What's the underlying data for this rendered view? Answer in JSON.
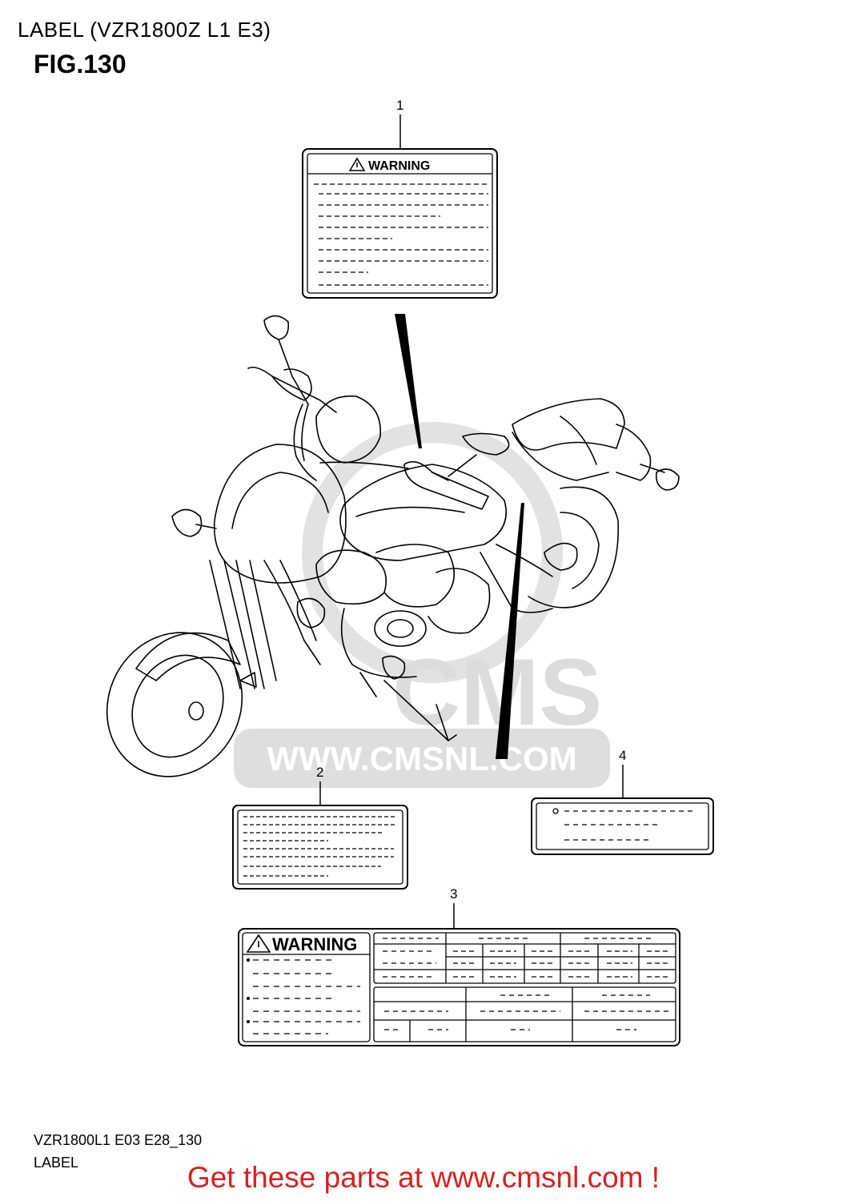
{
  "header": {
    "title": "LABEL (VZR1800Z L1 E3)",
    "figure": "FIG.130"
  },
  "callouts": [
    "1",
    "2",
    "3",
    "4"
  ],
  "labels": {
    "label1_heading": "WARNING",
    "label3_heading": "WARNING"
  },
  "watermark": {
    "brand": "CMS",
    "url": "WWW.CMSNL.COM"
  },
  "footer": {
    "code": "VZR1800L1  E03 E28_130",
    "name": "LABEL",
    "promo": "Get these parts at www.cmsnl.com !"
  },
  "colors": {
    "ink": "#000000",
    "watermark": "#d9d9d9",
    "promo": "#d91f1f"
  }
}
